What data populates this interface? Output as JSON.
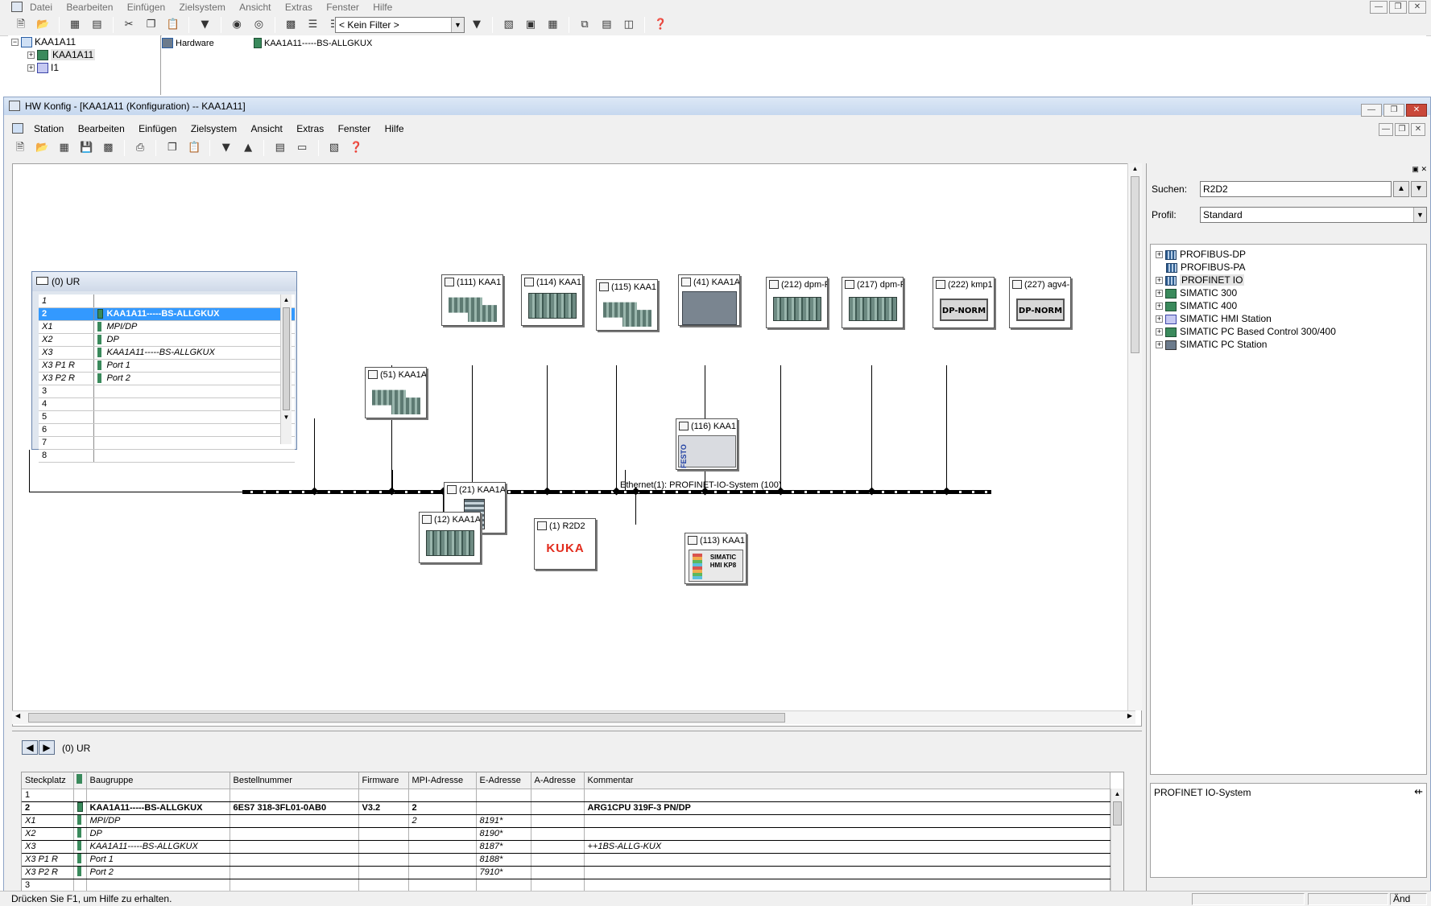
{
  "outer": {
    "menu": [
      "Datei",
      "Bearbeiten",
      "Einfügen",
      "Zielsystem",
      "Ansicht",
      "Extras",
      "Fenster",
      "Hilfe"
    ],
    "filter_value": "< Kein Filter >",
    "tree": [
      {
        "label": "KAA1A11",
        "expanded": true
      },
      {
        "label": "KAA1A11",
        "expanded": false
      },
      {
        "label": "I1",
        "expanded": false
      }
    ],
    "right_items": [
      "Hardware",
      "KAA1A11-----BS-ALLGKUX"
    ]
  },
  "hw": {
    "title": "HW Konfig - [KAA1A11 (Konfiguration) -- KAA1A11]",
    "menu": [
      "Station",
      "Bearbeiten",
      "Einfügen",
      "Zielsystem",
      "Ansicht",
      "Extras",
      "Fenster",
      "Hilfe"
    ]
  },
  "rack": {
    "title": "(0) UR",
    "rows": [
      {
        "slot": "1",
        "module": ""
      },
      {
        "slot": "2",
        "module": "KAA1A11-----BS-ALLGKUX"
      },
      {
        "slot": "X1",
        "module": "MPI/DP"
      },
      {
        "slot": "X2",
        "module": "DP"
      },
      {
        "slot": "X3",
        "module": "KAA1A11-----BS-ALLGKUX"
      },
      {
        "slot": "X3 P1 R",
        "module": "Port 1"
      },
      {
        "slot": "X3 P2 R",
        "module": "Port 2"
      },
      {
        "slot": "3",
        "module": ""
      },
      {
        "slot": "4",
        "module": ""
      },
      {
        "slot": "5",
        "module": ""
      },
      {
        "slot": "6",
        "module": ""
      },
      {
        "slot": "7",
        "module": ""
      },
      {
        "slot": "8",
        "module": ""
      }
    ]
  },
  "network": {
    "bus_label": "Ethernet(1): PROFINET-IO-System (100)",
    "devices": {
      "d111": "(111) KAA1",
      "d114": "(114) KAA1",
      "d115": "(115) KAA1",
      "d41": "(41) KAA1A",
      "d212": "(212) dpm-F",
      "d217": "(217) dpm-F",
      "d222": "(222) kmp1",
      "d227": "(227) agv4-",
      "d51": "(51) KAA1A",
      "d116": "(116) KAA1",
      "d21": "(21) KAA1A",
      "d12": "(12) KAA1A",
      "d1": "(1) R2D2",
      "d113": "(113) KAA1"
    },
    "dpnorm_text": "DP-NORM",
    "kuka_text": "KUKA",
    "festo_text": "FESTO",
    "hmi_text": "SIMATIC HMI KP8"
  },
  "detail": {
    "rack_label": "(0)   UR",
    "columns": [
      "Steckplatz",
      "",
      "Baugruppe",
      "Bestellnummer",
      "Firmware",
      "MPI-Adresse",
      "E-Adresse",
      "A-Adresse",
      "Kommentar"
    ],
    "rows": [
      {
        "slot": "1",
        "module": "",
        "order": "",
        "fw": "",
        "mpi": "",
        "e": "",
        "a": "",
        "comment": ""
      },
      {
        "slot": "2",
        "module": "KAA1A11-----BS-ALLGKUX",
        "order": "6ES7 318-3FL01-0AB0",
        "fw": "V3.2",
        "mpi": "2",
        "e": "",
        "a": "",
        "comment": "ARG1CPU 319F-3 PN/DP"
      },
      {
        "slot": "X1",
        "module": "MPI/DP",
        "order": "",
        "fw": "",
        "mpi": "2",
        "e": "8191*",
        "a": "",
        "comment": ""
      },
      {
        "slot": "X2",
        "module": "DP",
        "order": "",
        "fw": "",
        "mpi": "",
        "e": "8190*",
        "a": "",
        "comment": ""
      },
      {
        "slot": "X3",
        "module": "KAA1A11-----BS-ALLGKUX",
        "order": "",
        "fw": "",
        "mpi": "",
        "e": "8187*",
        "a": "",
        "comment": "++1BS-ALLG-KUX"
      },
      {
        "slot": "X3 P1 R",
        "module": "Port 1",
        "order": "",
        "fw": "",
        "mpi": "",
        "e": "8188*",
        "a": "",
        "comment": ""
      },
      {
        "slot": "X3 P2 R",
        "module": "Port 2",
        "order": "",
        "fw": "",
        "mpi": "",
        "e": "7910*",
        "a": "",
        "comment": ""
      },
      {
        "slot": "3",
        "module": "",
        "order": "",
        "fw": "",
        "mpi": "",
        "e": "",
        "a": "",
        "comment": ""
      }
    ]
  },
  "catalog": {
    "search_label": "Suchen:",
    "search_value": "R2D2",
    "profile_label": "Profil:",
    "profile_value": "Standard",
    "items": [
      "PROFIBUS-DP",
      "PROFIBUS-PA",
      "PROFINET IO",
      "SIMATIC 300",
      "SIMATIC 400",
      "SIMATIC HMI Station",
      "SIMATIC PC Based Control 300/400",
      "SIMATIC PC Station"
    ],
    "description": "PROFINET IO-System"
  },
  "status": {
    "text": "Drücken Sie F1, um Hilfe zu erhalten.",
    "mode": "Änd"
  }
}
